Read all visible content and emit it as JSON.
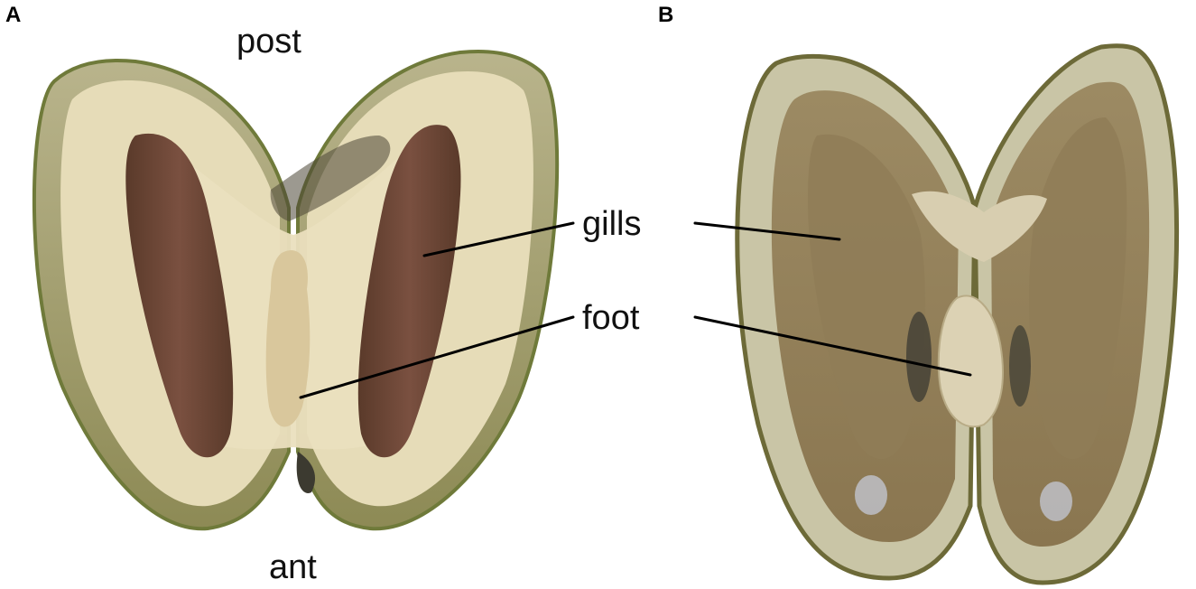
{
  "panels": [
    {
      "letter": "A",
      "orientation": {
        "top": "post",
        "bottom": "ant"
      }
    },
    {
      "letter": "B"
    }
  ],
  "labels": {
    "gills": "gills",
    "foot": "foot"
  }
}
